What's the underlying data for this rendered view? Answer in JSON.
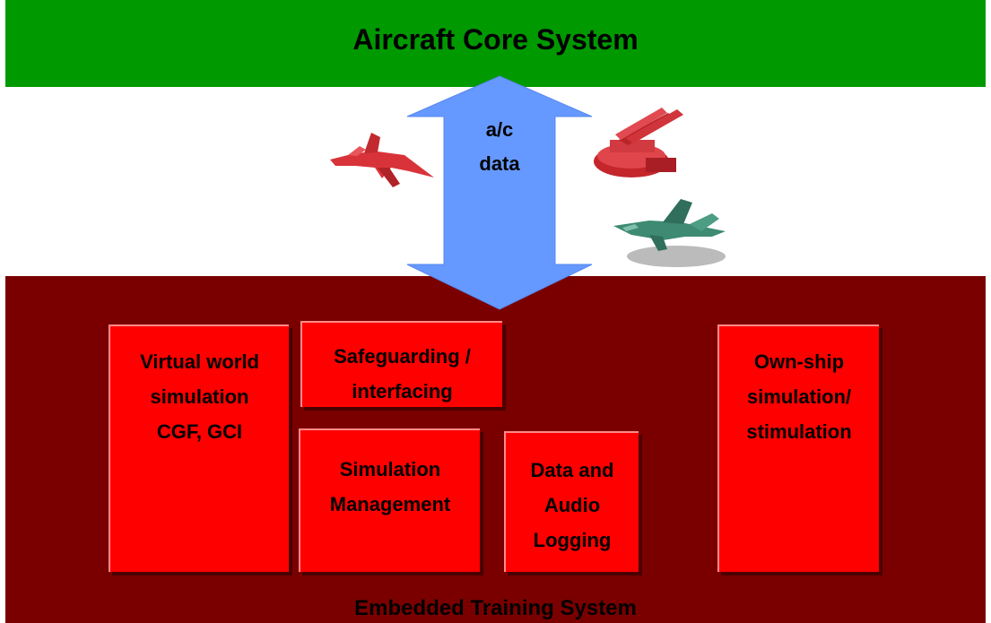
{
  "header": {
    "title": "Aircraft Core System"
  },
  "connector": {
    "label_line1": "a/c",
    "label_line2": "data"
  },
  "footer": {
    "title": "Embedded Training System"
  },
  "boxes": {
    "virtual_world": [
      "Virtual world",
      "simulation",
      "CGF, GCI"
    ],
    "safeguarding": [
      "Safeguarding /",
      "interfacing"
    ],
    "simulation_mgmt": [
      "Simulation",
      "Management"
    ],
    "logging": [
      "Data and",
      "Audio",
      "Logging"
    ],
    "ownship": [
      "Own-ship",
      "simulation/",
      "stimulation"
    ]
  },
  "colors": {
    "top_bar": "#009900",
    "bottom_panel": "#7a0000",
    "box": "#ff0000",
    "arrow": "#6699ff"
  },
  "icons": {
    "red_jet": "red-jet-icon",
    "missile_launcher": "missile-launcher-icon",
    "green_jet": "green-jet-icon"
  }
}
